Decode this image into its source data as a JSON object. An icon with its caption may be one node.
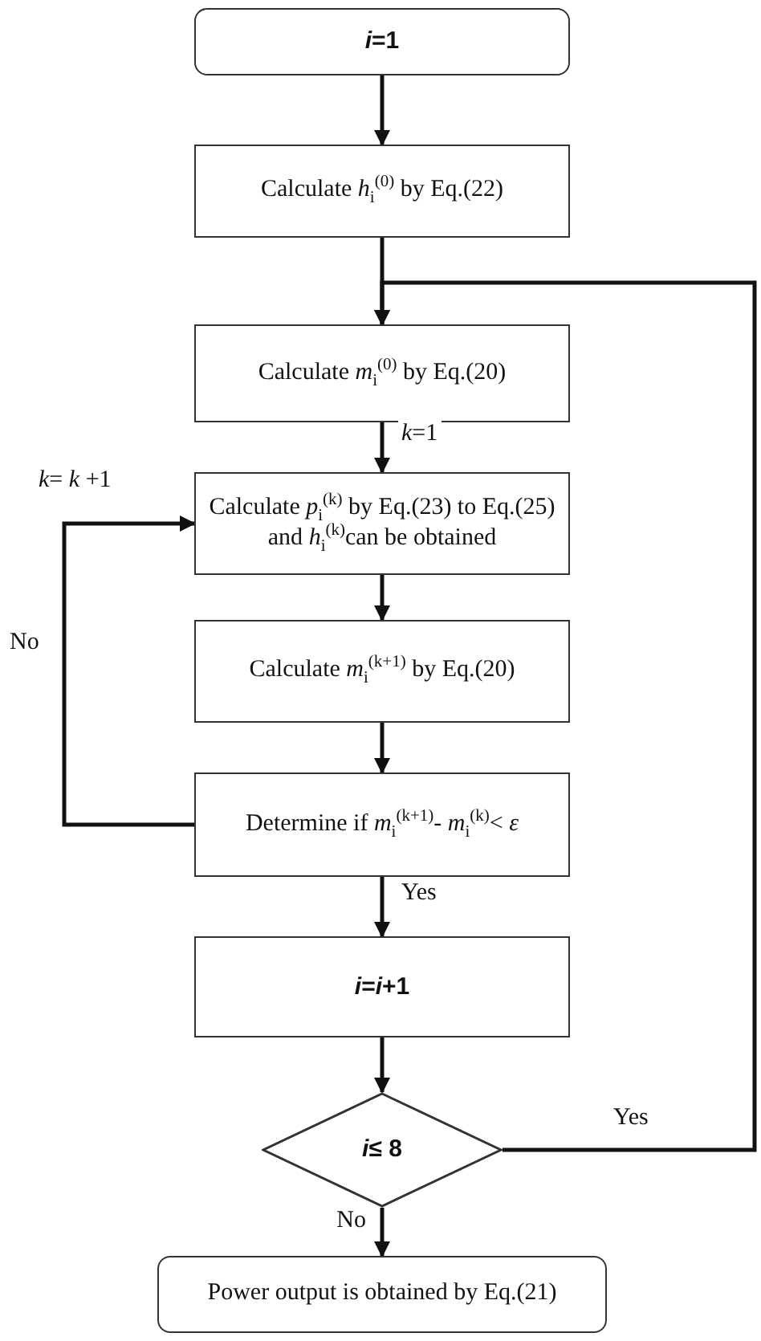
{
  "diagram": {
    "nodes": [
      {
        "text": [
          "*i*=1"
        ]
      },
      {
        "text": [
          "Calculate *h*$_{i}$$^{(0)}$ by Eq.(22)"
        ]
      },
      {
        "text": [
          "Calculate *m*$_{i}$$^{(0)}$ by Eq.(20)"
        ]
      },
      {
        "text": [
          "Calculate *p*$_{i}$$^{(k)}$ by Eq.(23) to Eq.(25) and *h*$_{i}$$^{(k)}$can be obtained"
        ]
      },
      {
        "text": [
          "Calculate *m*$_{i}$$^{(k+1)}$ by Eq.(20)"
        ]
      },
      {
        "text": [
          "Determine if *m*$_{i}$$^{(k+1)}$- *m*$_{i}$$^{(k)}$< *ε*"
        ]
      },
      {
        "text": [
          "*i*=*i*+1"
        ]
      },
      {
        "text": [
          "*i*≤ 8"
        ]
      },
      {
        "text": [
          "Power output is obtained by Eq.(21)"
        ]
      }
    ],
    "edges": [
      {
        "from": 0,
        "to": 1,
        "arrow": "to"
      },
      {
        "from": 1,
        "to": 2,
        "arrow": "to"
      },
      {
        "from": 2,
        "to": 3,
        "arrow": "to",
        "label": "*k*=1"
      },
      {
        "from": 3,
        "to": 4,
        "arrow": "to"
      },
      {
        "from": 4,
        "to": 5,
        "arrow": "to"
      },
      {
        "from": 5,
        "to": 3,
        "arrow": "to",
        "label": "No"
      },
      {
        "from": 5,
        "to": 6,
        "arrow": "to",
        "label": "Yes"
      },
      {
        "from": 6,
        "to": 7,
        "arrow": "to"
      },
      {
        "from": 7,
        "to": 8,
        "arrow": "to",
        "label": "No"
      },
      {
        "from": 7,
        "to": 2,
        "arrow": "to",
        "label": "Yes"
      }
    ],
    "labels": [
      "*k*= *k* +1"
    ]
  }
}
